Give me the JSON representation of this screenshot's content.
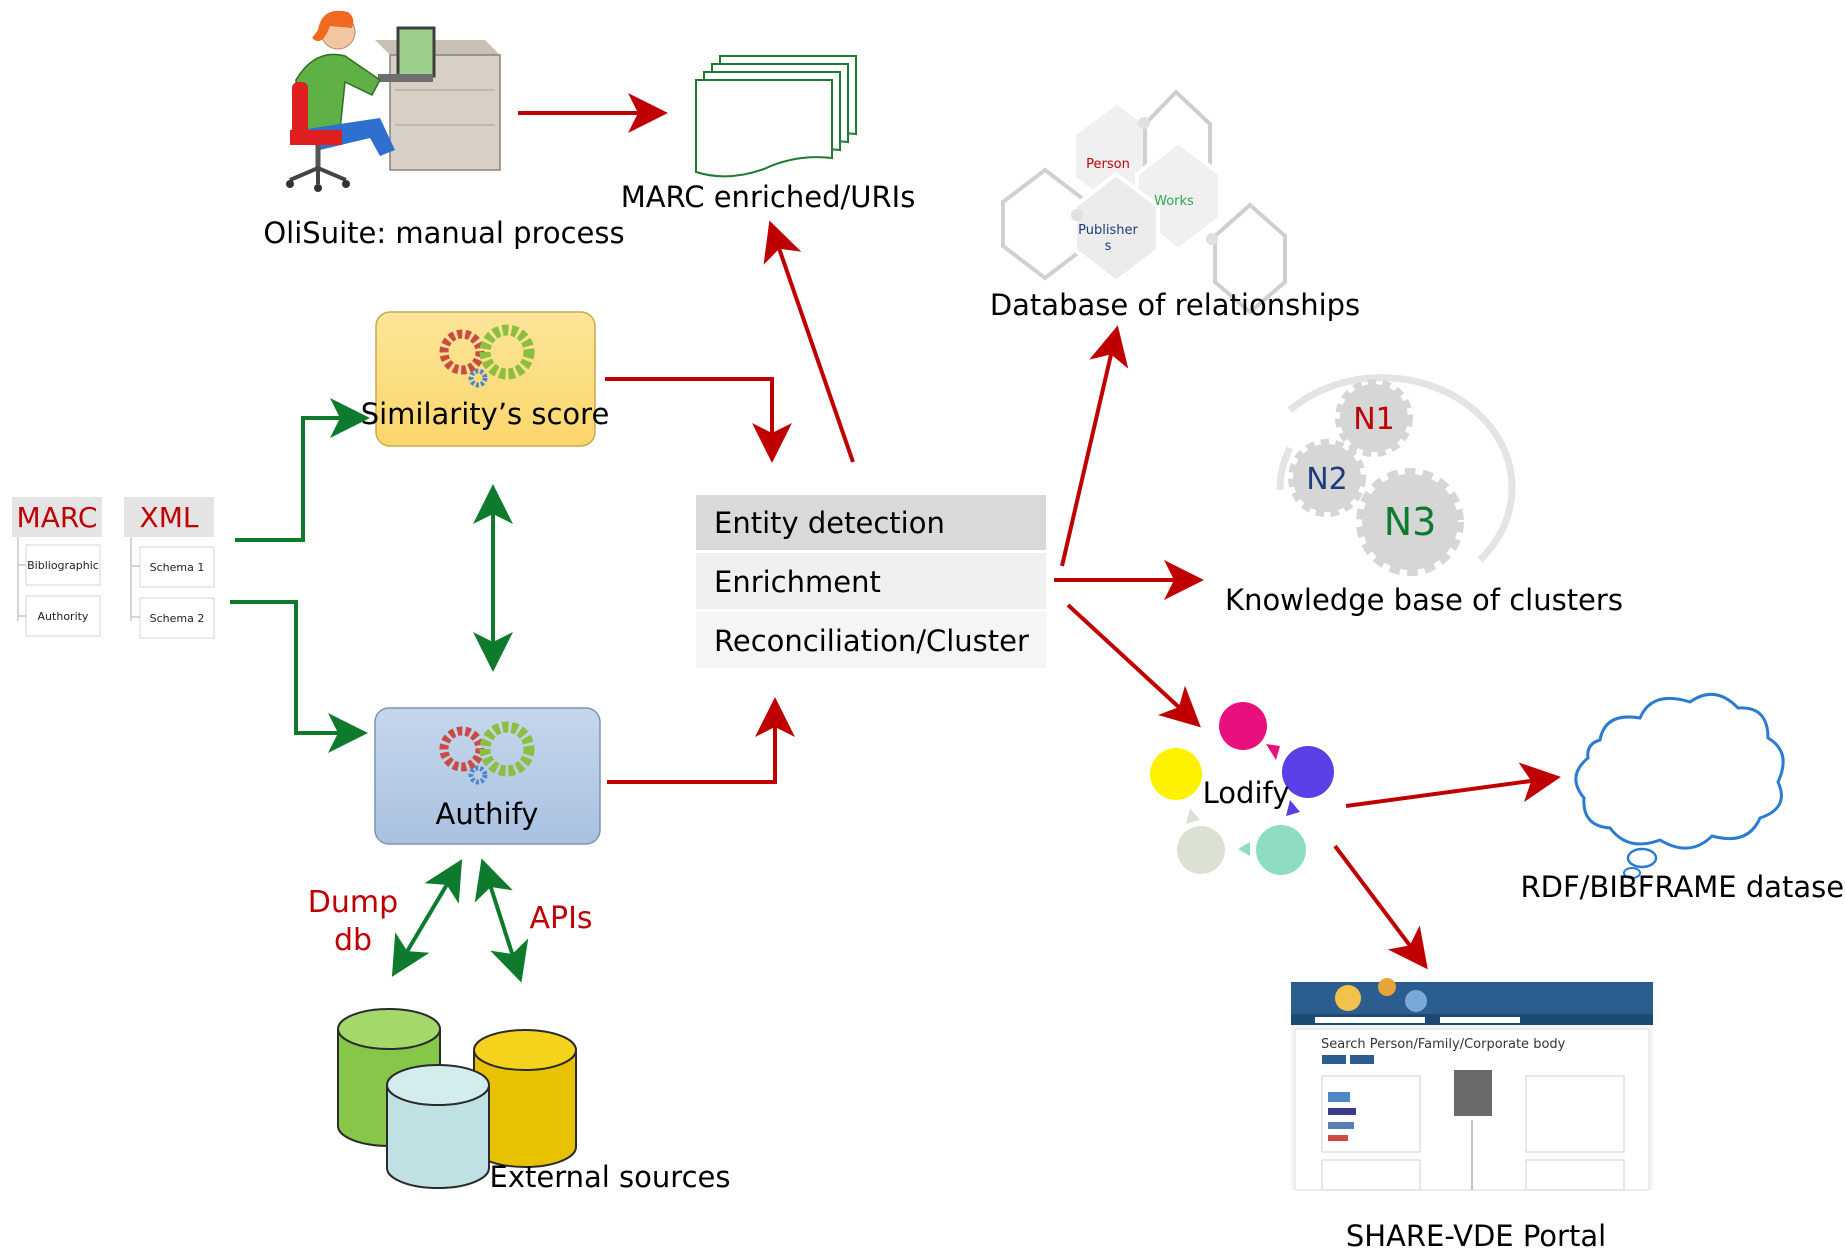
{
  "formats": {
    "marc": {
      "label": "MARC",
      "items": [
        "Bibliographic",
        "Authority"
      ]
    },
    "xml": {
      "label": "XML",
      "items": [
        "Schema 1",
        "Schema 2"
      ]
    }
  },
  "oli_suite": {
    "label": "OliSuite: manual process"
  },
  "marc_enriched": {
    "label": "MARC enriched/URIs"
  },
  "similarity": {
    "label": "Similarity’s score"
  },
  "authify": {
    "label": "Authify"
  },
  "processing": {
    "items": [
      "Entity detection",
      "Enrichment",
      "Reconciliation/Cluster"
    ]
  },
  "database_of_relationships": {
    "label": "Database of relationships",
    "hexagons": {
      "person": "Person",
      "works": "Works",
      "publishers_line1": "Publisher",
      "publishers_line2": "s"
    }
  },
  "knowledge_base": {
    "label": "Knowledge base of clusters",
    "gears": [
      "N1",
      "N2",
      "N3"
    ]
  },
  "lodify": {
    "label": "Lodify"
  },
  "rdf_dataset": {
    "label": "RDF/BIBFRAME dataset"
  },
  "portal": {
    "label": "SHARE-VDE Portal",
    "screenshot_heading": "Search Person/Family/Corporate body"
  },
  "external": {
    "label": "External sources",
    "dump_line1": "Dump",
    "dump_line2": "db",
    "apis": "APIs"
  },
  "colors": {
    "red_arrow": "#c00000",
    "green_arrow": "#0e7a2e",
    "similarity_fill": "#fde18a",
    "authify_fill": "#b8cde6"
  }
}
